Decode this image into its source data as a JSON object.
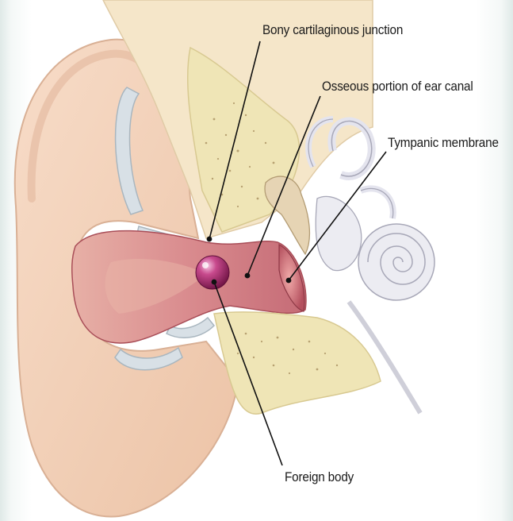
{
  "labels": {
    "bony_cartilaginous_junction": "Bony cartilaginous junction",
    "osseous_portion": "Osseous portion of ear canal",
    "tympanic_membrane": "Tympanic membrane",
    "foreign_body": "Foreign body"
  },
  "colors": {
    "skin": "#f2d2bb",
    "skin_shadow": "#e4b39a",
    "canal": "#d98b8e",
    "canal_dark": "#b8606a",
    "bone": "#f1ebc3",
    "bone_speckle": "#8a6a3a",
    "cartilage": "#d8dfe4",
    "foreign_body": "#b0306e",
    "inner_ear": "#ececf2",
    "leader_line": "#111111",
    "edge_tint": "#dfe9e7"
  }
}
